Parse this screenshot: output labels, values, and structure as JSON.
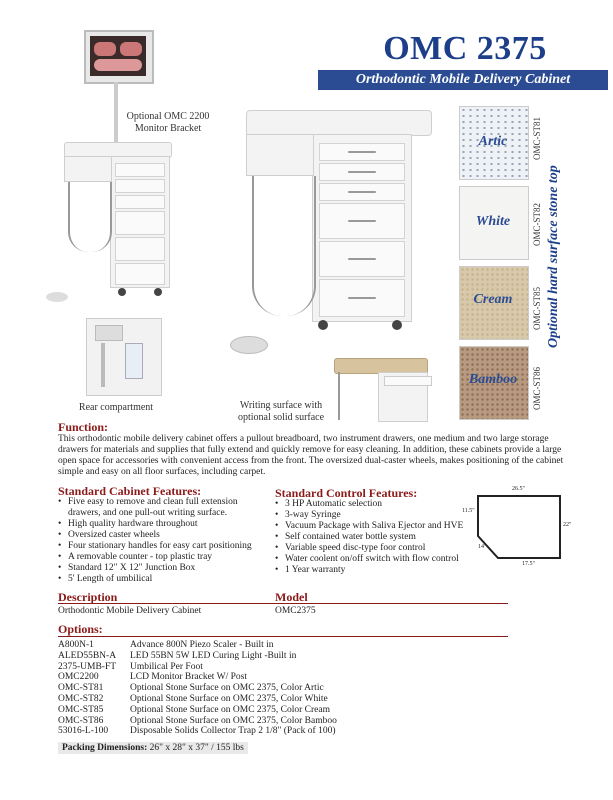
{
  "header": {
    "title": "OMC 2375",
    "subtitle": "Orthodontic Mobile Delivery Cabinet"
  },
  "captions": {
    "monitor": "Optional OMC 2200\nMonitor Bracket",
    "rear": "Rear compartment",
    "writing": "Writing surface with\noptional solid surface"
  },
  "swatches": [
    {
      "label": "Artic",
      "code": "OMC-ST81",
      "color": "#eef2f6"
    },
    {
      "label": "White",
      "code": "OMC-ST82",
      "color": "#f4f4f2"
    },
    {
      "label": "Cream",
      "code": "OMC-ST85",
      "color": "#d9c9ab"
    },
    {
      "label": "Bamboo",
      "code": "OMC-ST86",
      "color": "#b89a80"
    }
  ],
  "swatch_side_label": "Optional hard surface stone top",
  "function": {
    "heading": "Function:",
    "text": "This orthodontic mobile delivery cabinet offers a pullout breadboard, two instrument  drawers, one medium and two large storage drawers for materials and supplies that fully extend and quickly remove for easy cleaning. In addition, these cabinets provide a large open space for accessories with convenient access from the front. The oversized dual-caster wheels, makes positioning of the cabinet simple and easy on all floor surfaces, including carpet."
  },
  "cabinet_features": {
    "heading": "Standard Cabinet Features:",
    "items": [
      "Five easy to remove and clean full extension drawers, and one pull-out writing surface.",
      "High quality hardware throughout",
      "Oversized caster wheels",
      "Four stationary handles for easy cart positioning",
      "A removable counter - top plastic tray",
      "Standard 12\" X 12\" Junction Box",
      "5' Length of umbilical"
    ]
  },
  "control_features": {
    "heading": "Standard Control Features:",
    "items": [
      "3 HP Automatic selection",
      "3-way Syringe",
      "Vacuum Package with Saliva Ejector and HVE",
      "Self contained water bottle system",
      "Variable speed disc-type foor control",
      "Water coolent on/off switch with flow control",
      "1 Year warranty"
    ]
  },
  "dimensions": {
    "top": "26.5\"",
    "left": "11.5\"",
    "right": "22\"",
    "angle": "14\"",
    "bottom": "17.5\""
  },
  "description": {
    "heading_desc": "Description",
    "heading_model": "Model",
    "desc": "Orthodontic Mobile Delivery Cabinet",
    "model": "OMC2375"
  },
  "options": {
    "heading": "Options:",
    "rows": [
      {
        "code": "A800N-1",
        "text": "Advance 800N Piezo Scaler - Built in"
      },
      {
        "code": "ALED55BN-A",
        "text": "LED 55BN  5W LED Curing Light -Built in"
      },
      {
        "code": "2375-UMB-FT",
        "text": "Umbilical Per Foot"
      },
      {
        "code": "OMC2200",
        "text": "LCD Monitor Bracket W/ Post"
      },
      {
        "code": "OMC-ST81",
        "text": "Optional Stone Surface on OMC 2375, Color Artic"
      },
      {
        "code": "OMC-ST82",
        "text": "Optional Stone Surface on OMC 2375, Color White"
      },
      {
        "code": "OMC-ST85",
        "text": "Optional Stone Surface on OMC 2375, Color Cream"
      },
      {
        "code": "OMC-ST86",
        "text": "Optional Stone Surface on OMC 2375, Color Bamboo"
      },
      {
        "code": "53016-L-100",
        "text": "Disposable Solids Collector Trap 2 1/8\" (Pack of 100)"
      }
    ]
  },
  "packing": {
    "label": "Packing Dimensions:",
    "value": "26\" x 28\" x 37\" / 155 lbs"
  }
}
